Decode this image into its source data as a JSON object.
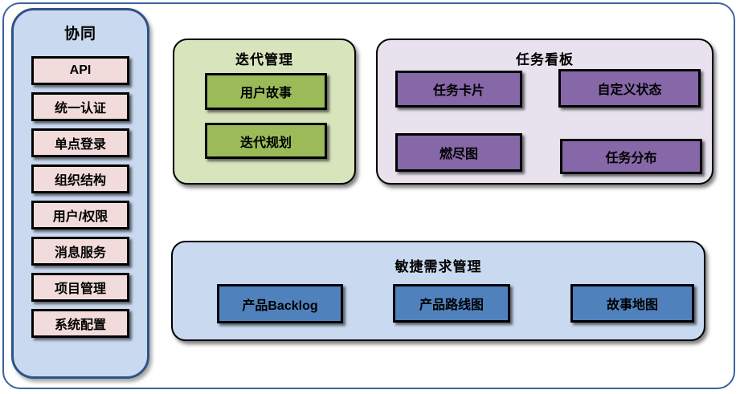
{
  "colors": {
    "outer_frame_border": "#3c649c",
    "sidebar_fill": "#c9d9f0",
    "sidebar_border": "#2f5387",
    "sidebar_item_fill": "#f2dcdb",
    "iteration_panel_fill": "#d7e4bc",
    "iteration_item_fill": "#9bbb59",
    "kanban_panel_fill": "#e7e2ee",
    "kanban_item_fill": "#8667a8",
    "agile_panel_fill": "#c9d9f0",
    "agile_item_fill": "#4f81bd",
    "box_border": "#000000",
    "text": "#000000"
  },
  "sidebar": {
    "title": "协同",
    "items": [
      {
        "label": "API"
      },
      {
        "label": "统一认证"
      },
      {
        "label": "单点登录"
      },
      {
        "label": "组织结构"
      },
      {
        "label": "用户/权限"
      },
      {
        "label": "消息服务"
      },
      {
        "label": "项目管理"
      },
      {
        "label": "系统配置"
      }
    ]
  },
  "panels": {
    "iteration": {
      "title": "迭代管理",
      "items": [
        {
          "label": "用户故事"
        },
        {
          "label": "迭代规划"
        }
      ]
    },
    "kanban": {
      "title": "任务看板",
      "items": [
        {
          "label": "任务卡片"
        },
        {
          "label": "自定义状态"
        },
        {
          "label": "燃尽图"
        },
        {
          "label": "任务分布"
        }
      ]
    },
    "agile": {
      "title": "敏捷需求管理",
      "items": [
        {
          "label": "产品Backlog"
        },
        {
          "label": "产品路线图"
        },
        {
          "label": "故事地图"
        }
      ]
    }
  }
}
